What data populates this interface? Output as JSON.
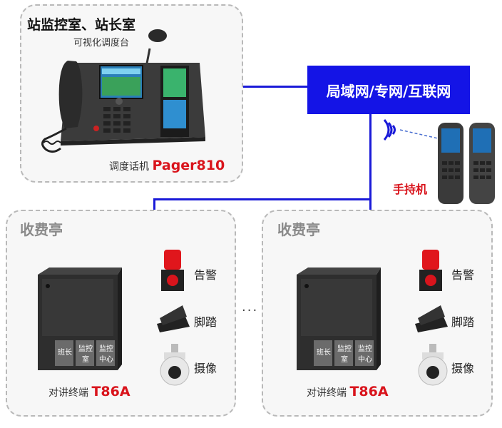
{
  "top_panel": {
    "title": "站监控室、站长室",
    "subtitle": "可视化调度台",
    "device_caption": "调度话机",
    "device_model": "Pager810"
  },
  "network": {
    "label": "局域网/专网/互联网"
  },
  "handheld": {
    "label": "手持机"
  },
  "booths": [
    {
      "title": "收费亭",
      "buttons": [
        "班长",
        "监控室",
        "监控中心"
      ],
      "terminal_caption": "对讲终端",
      "terminal_model": "T86A",
      "devices": [
        "告警",
        "脚踏",
        "摄像"
      ]
    },
    {
      "title": "收费亭",
      "buttons": [
        "班长",
        "监控室",
        "监控中心"
      ],
      "terminal_caption": "对讲终端",
      "terminal_model": "T86A",
      "devices": [
        "告警",
        "脚踏",
        "摄像"
      ]
    }
  ],
  "ellipsis": "···",
  "colors": {
    "network": "#1414e6",
    "model": "#d9141c",
    "panel_border": "#b9b9b9"
  }
}
